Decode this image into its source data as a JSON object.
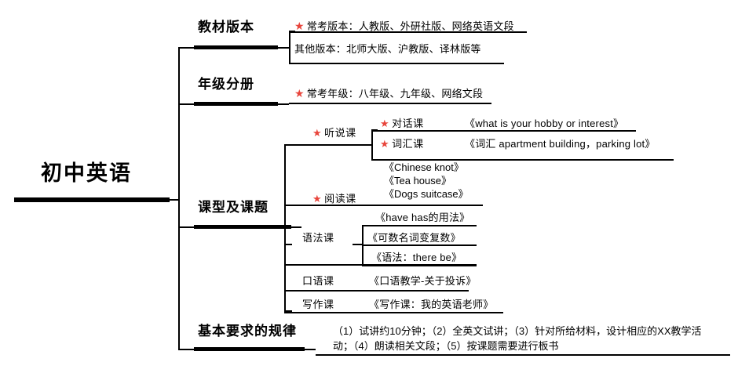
{
  "diagram": {
    "type": "mind-map",
    "title": "初中英语",
    "star_color": "#E8453C",
    "line_color": "#000000",
    "root": {
      "label": "初中英语"
    },
    "branches": [
      {
        "id": "textbook-version",
        "label": "教材版本",
        "leaves": [
          {
            "id": "common-version",
            "star": true,
            "text": "常考版本：人教版、外研社版、网络英语文段"
          },
          {
            "id": "other-version",
            "star": false,
            "text": "其他版本：北师大版、沪教版、译林版等"
          }
        ]
      },
      {
        "id": "grade-volume",
        "label": "年级分册",
        "leaves": [
          {
            "id": "common-grade",
            "star": true,
            "text": "常考年级：八年级、九年级、网络文段"
          }
        ]
      },
      {
        "id": "lesson-type-topic",
        "label": "课型及课题",
        "children": [
          {
            "id": "listening-speaking",
            "label": "听说课",
            "star": true,
            "subchildren": [
              {
                "id": "dialogue-class",
                "label": "对话课",
                "star": true,
                "topic": "《what is your hobby or interest》"
              },
              {
                "id": "vocabulary-class",
                "label": "词汇课",
                "star": true,
                "topic": "《词汇 apartment building，parking lot》"
              }
            ]
          },
          {
            "id": "reading",
            "label": "阅读课",
            "star": true,
            "topics": "《Chinese knot》\n《Tea house》\n《Dogs suitcase》"
          },
          {
            "id": "grammar",
            "label": "语法课",
            "star": false,
            "topic_list": [
              "《have has的用法》",
              "《可数名词变复数》",
              "《语法：there be》"
            ]
          },
          {
            "id": "oral",
            "label": "口语课",
            "star": false,
            "topic": "《口语教学-关于投诉》"
          },
          {
            "id": "writing",
            "label": "写作课",
            "star": false,
            "topic": "《写作课：我的英语老师》"
          }
        ]
      },
      {
        "id": "basic-requirements",
        "label": "基本要求的规律",
        "leaves": [
          {
            "id": "requirements-text",
            "star": false,
            "text": "（1）试讲约10分钟；（2）全英文试讲；（3）针对所给材料，设计相应的XX教学活动；（4）朗读相关文段；（5）按课题需要进行板书"
          }
        ]
      }
    ]
  }
}
